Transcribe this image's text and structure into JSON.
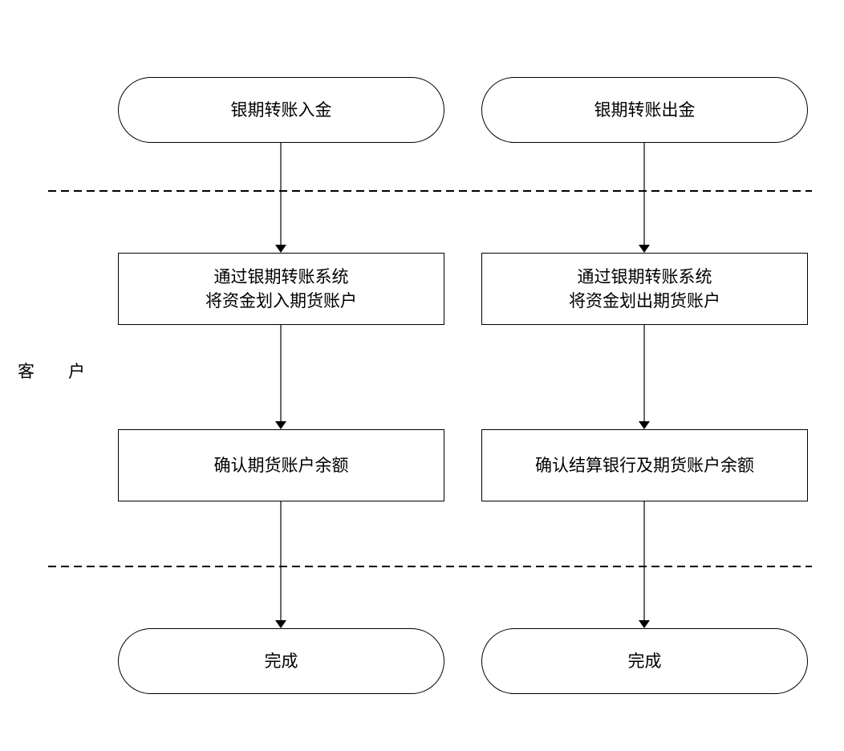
{
  "diagram": {
    "lane_label": "客　　户",
    "left_flow": {
      "start": "银期转账入金",
      "step1_line1": "通过银期转账系统",
      "step1_line2": "将资金划入期货账户",
      "step2": "确认期货账户余额",
      "end": "完成"
    },
    "right_flow": {
      "start": "银期转账出金",
      "step1_line1": "通过银期转账系统",
      "step1_line2": "将资金划出期货账户",
      "step2": "确认结算银行及期货账户余额",
      "end": "完成"
    }
  }
}
